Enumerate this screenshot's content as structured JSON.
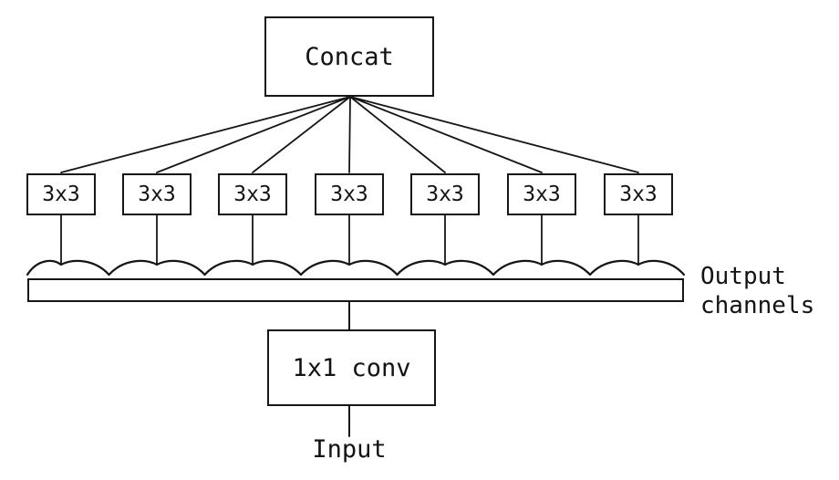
{
  "diagram": {
    "concat": {
      "label": "Concat"
    },
    "group_convs": [
      {
        "label": "3x3"
      },
      {
        "label": "3x3"
      },
      {
        "label": "3x3"
      },
      {
        "label": "3x3"
      },
      {
        "label": "3x3"
      },
      {
        "label": "3x3"
      },
      {
        "label": "3x3"
      }
    ],
    "output_channels": {
      "line1": "Output",
      "line2": "channels"
    },
    "conv1x1": {
      "label": "1x1 conv"
    },
    "input_label": "Input",
    "colors": {
      "stroke": "#161616",
      "background": "#ffffff"
    }
  }
}
